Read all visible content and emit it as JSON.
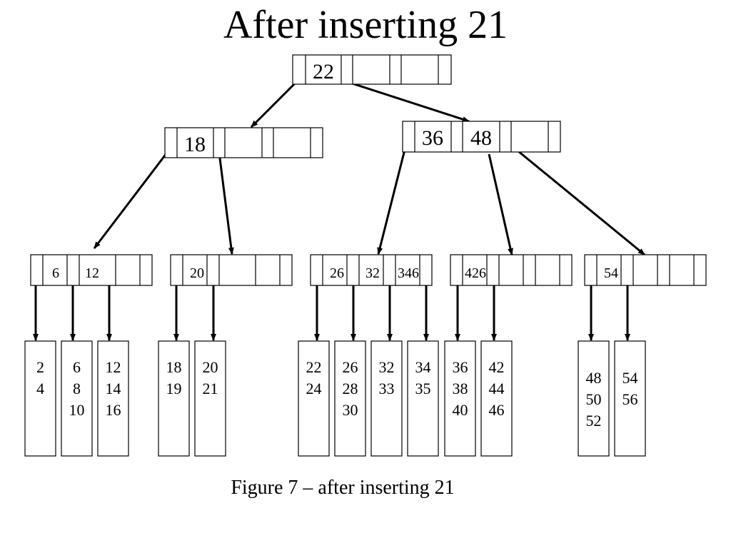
{
  "title": "After inserting 21",
  "caption": "Figure 7 – after inserting 21",
  "tree": {
    "root": {
      "keys": [
        "22"
      ]
    },
    "level1": [
      {
        "keys": [
          "18"
        ]
      },
      {
        "keys": [
          "36",
          "48"
        ]
      }
    ],
    "level2": [
      {
        "keys": [
          "6",
          "12"
        ]
      },
      {
        "keys": [
          "20"
        ]
      },
      {
        "keys": [
          "26",
          "32",
          "346"
        ]
      },
      {
        "keys": [
          "426"
        ]
      },
      {
        "keys": [
          "54"
        ]
      }
    ],
    "leaves": [
      [
        "2",
        "4"
      ],
      [
        "6",
        "8",
        "10"
      ],
      [
        "12",
        "14",
        "16"
      ],
      [
        "18",
        "19"
      ],
      [
        "20",
        "21"
      ],
      [
        "22",
        "24"
      ],
      [
        "26",
        "28",
        "30"
      ],
      [
        "32",
        "33"
      ],
      [
        "34",
        "35"
      ],
      [
        "36",
        "38",
        "40"
      ],
      [
        "42",
        "44",
        "46"
      ],
      [
        "48",
        "50",
        "52"
      ],
      [
        "54",
        "56"
      ]
    ]
  }
}
